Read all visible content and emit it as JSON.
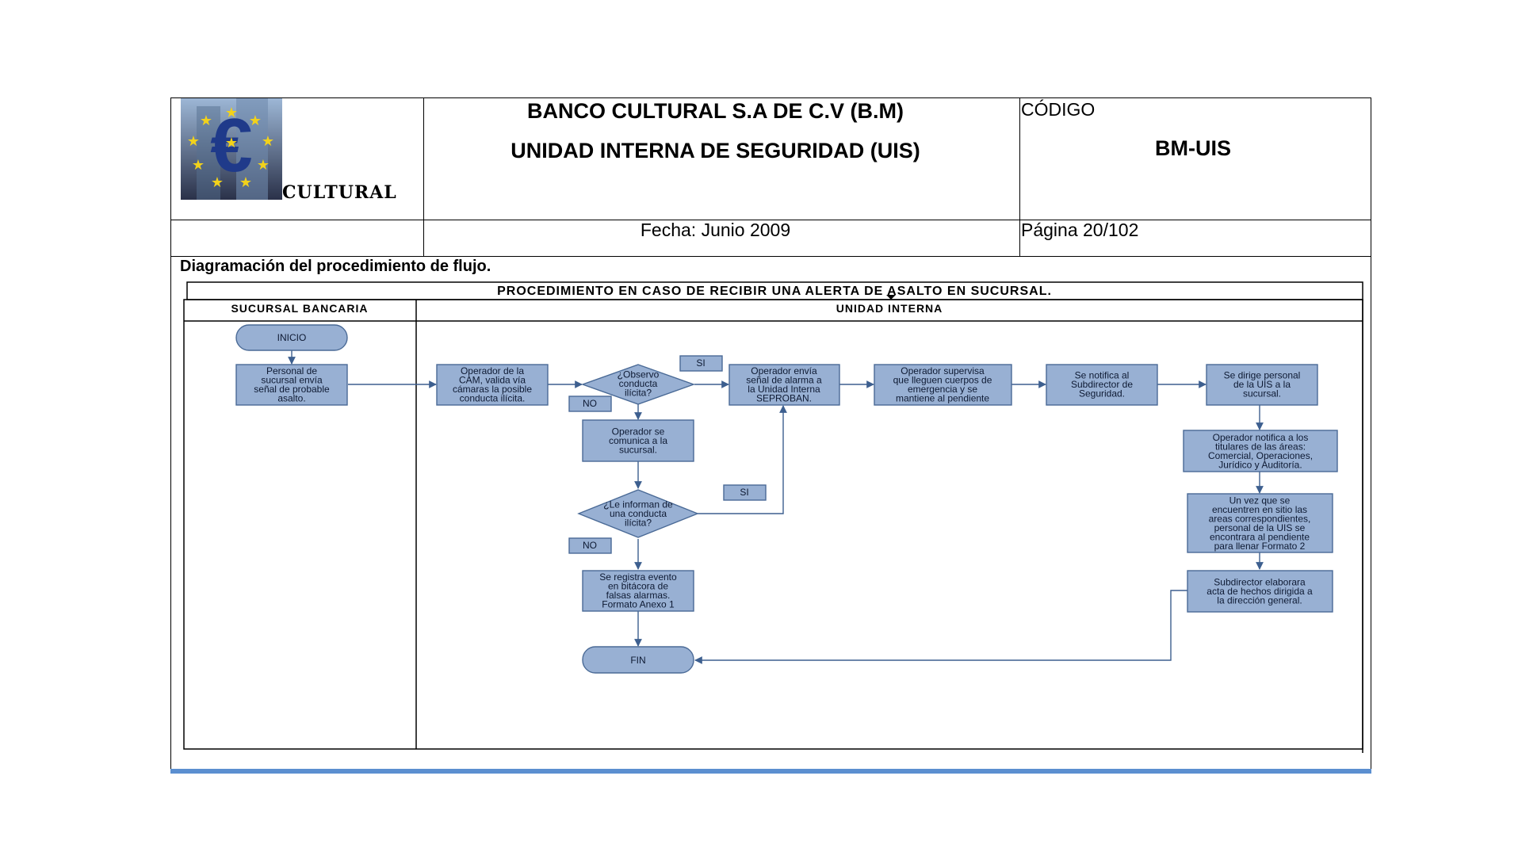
{
  "header": {
    "bank_name": "BANCO CULTURAL S.A DE C.V (B.M)",
    "unit_name": "UNIDAD INTERNA DE SEGURIDAD (UIS)",
    "code_label": "CÓDIGO",
    "code_value": "BM-UIS",
    "date": "Fecha: Junio 2009",
    "page": "Página 20/102",
    "logo_text": "CULTURAL"
  },
  "section_title": "Diagramación del procedimiento de flujo.",
  "flow": {
    "title": "PROCEDIMIENTO EN CASO DE RECIBIR UNA ALERTA DE ASALTO EN SUCURSAL.",
    "lane_left": "SUCURSAL BANCARIA",
    "lane_right": "UNIDAD INTERNA",
    "nodes": {
      "inicio": [
        "INICIO"
      ],
      "n1": [
        "Personal de",
        "sucursal envía",
        "señal de probable",
        "asalto."
      ],
      "n2": [
        "Operador de la",
        "CAM, valida vía",
        "cámaras la posible",
        "conducta ilícita."
      ],
      "d1": [
        "¿Observo",
        "conducta",
        "ilícita?"
      ],
      "n3": [
        "Operador envía",
        "señal de alarma a",
        "la Unidad Interna",
        "SEPROBAN."
      ],
      "n4": [
        "Operador supervisa",
        "que lleguen cuerpos de",
        "emergencia y se",
        "mantiene al pendiente"
      ],
      "n5": [
        "Se notifica al",
        "Subdirector de",
        "Seguridad."
      ],
      "n6": [
        "Se dirige personal",
        "de la UIS a la",
        "sucursal."
      ],
      "n7": [
        "Operador se",
        "comunica a la",
        "sucursal."
      ],
      "d2": [
        "¿Le informan de",
        "una conducta",
        "ilícita?"
      ],
      "n8": [
        "Se registra evento",
        "en bitácora de",
        "falsas alarmas.",
        "Formato Anexo 1"
      ],
      "n9": [
        "Operador notifica a los",
        "titulares de las áreas:",
        "Comercial, Operaciones,",
        "Jurídico y Auditoría."
      ],
      "n10": [
        "Un vez que se",
        "encuentren en sitio las",
        "areas correspondientes,",
        "personal de la UIS se",
        "encontrara al pendiente",
        "para llenar Formato 2"
      ],
      "n11": [
        "Subdirector elaborara",
        "acta de hechos dirigida a",
        "la dirección general."
      ],
      "fin": [
        "FIN"
      ]
    },
    "tags": {
      "si1": "SI",
      "no1": "NO",
      "si2": "SI",
      "no2": "NO"
    }
  },
  "colors": {
    "box_fill": "#98b0d3",
    "box_stroke": "#4a6a96",
    "arrow": "#3d5f8f",
    "accent_bar": "#5b8fd0"
  }
}
